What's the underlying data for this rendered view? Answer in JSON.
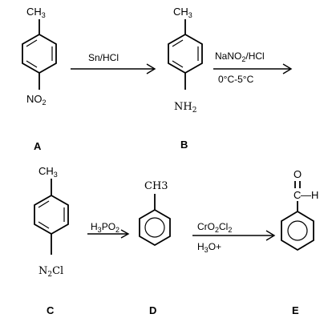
{
  "compounds": {
    "A": {
      "label": "A",
      "top": "CH",
      "top_sub": "3",
      "bottom": "NO",
      "bottom_sub": "2"
    },
    "B": {
      "label": "B",
      "top": "CH",
      "top_sub": "3",
      "bottom": "NH",
      "bottom_sub": "2"
    },
    "C": {
      "label": "C",
      "top": "CH",
      "top_sub": "3",
      "bottom_a": "N",
      "bottom_sub": "2",
      "bottom_b": "Cl"
    },
    "D": {
      "label": "D",
      "top": "CH3"
    },
    "E": {
      "label": "E",
      "carbonyl_o": "O",
      "carbonyl_c": "C",
      "carbonyl_h": "—H"
    }
  },
  "reactions": {
    "r1": {
      "reagent_top": "Sn/HCl"
    },
    "r2": {
      "reagent_top_a": "NaNO",
      "reagent_top_sub": "2",
      "reagent_top_b": "/HCl",
      "reagent_bottom": "0°C-5°C"
    },
    "r3": {
      "reagent_top_a": "H",
      "reagent_top_sub1": "3",
      "reagent_top_b": "PO",
      "reagent_top_sub2": "2"
    },
    "r4": {
      "reagent_top_a": "CrO",
      "reagent_top_sub1": "2",
      "reagent_top_b": "Cl",
      "reagent_top_sub2": "2",
      "reagent_bottom_a": "H",
      "reagent_bottom_sub": "3",
      "reagent_bottom_b": "O+"
    }
  }
}
